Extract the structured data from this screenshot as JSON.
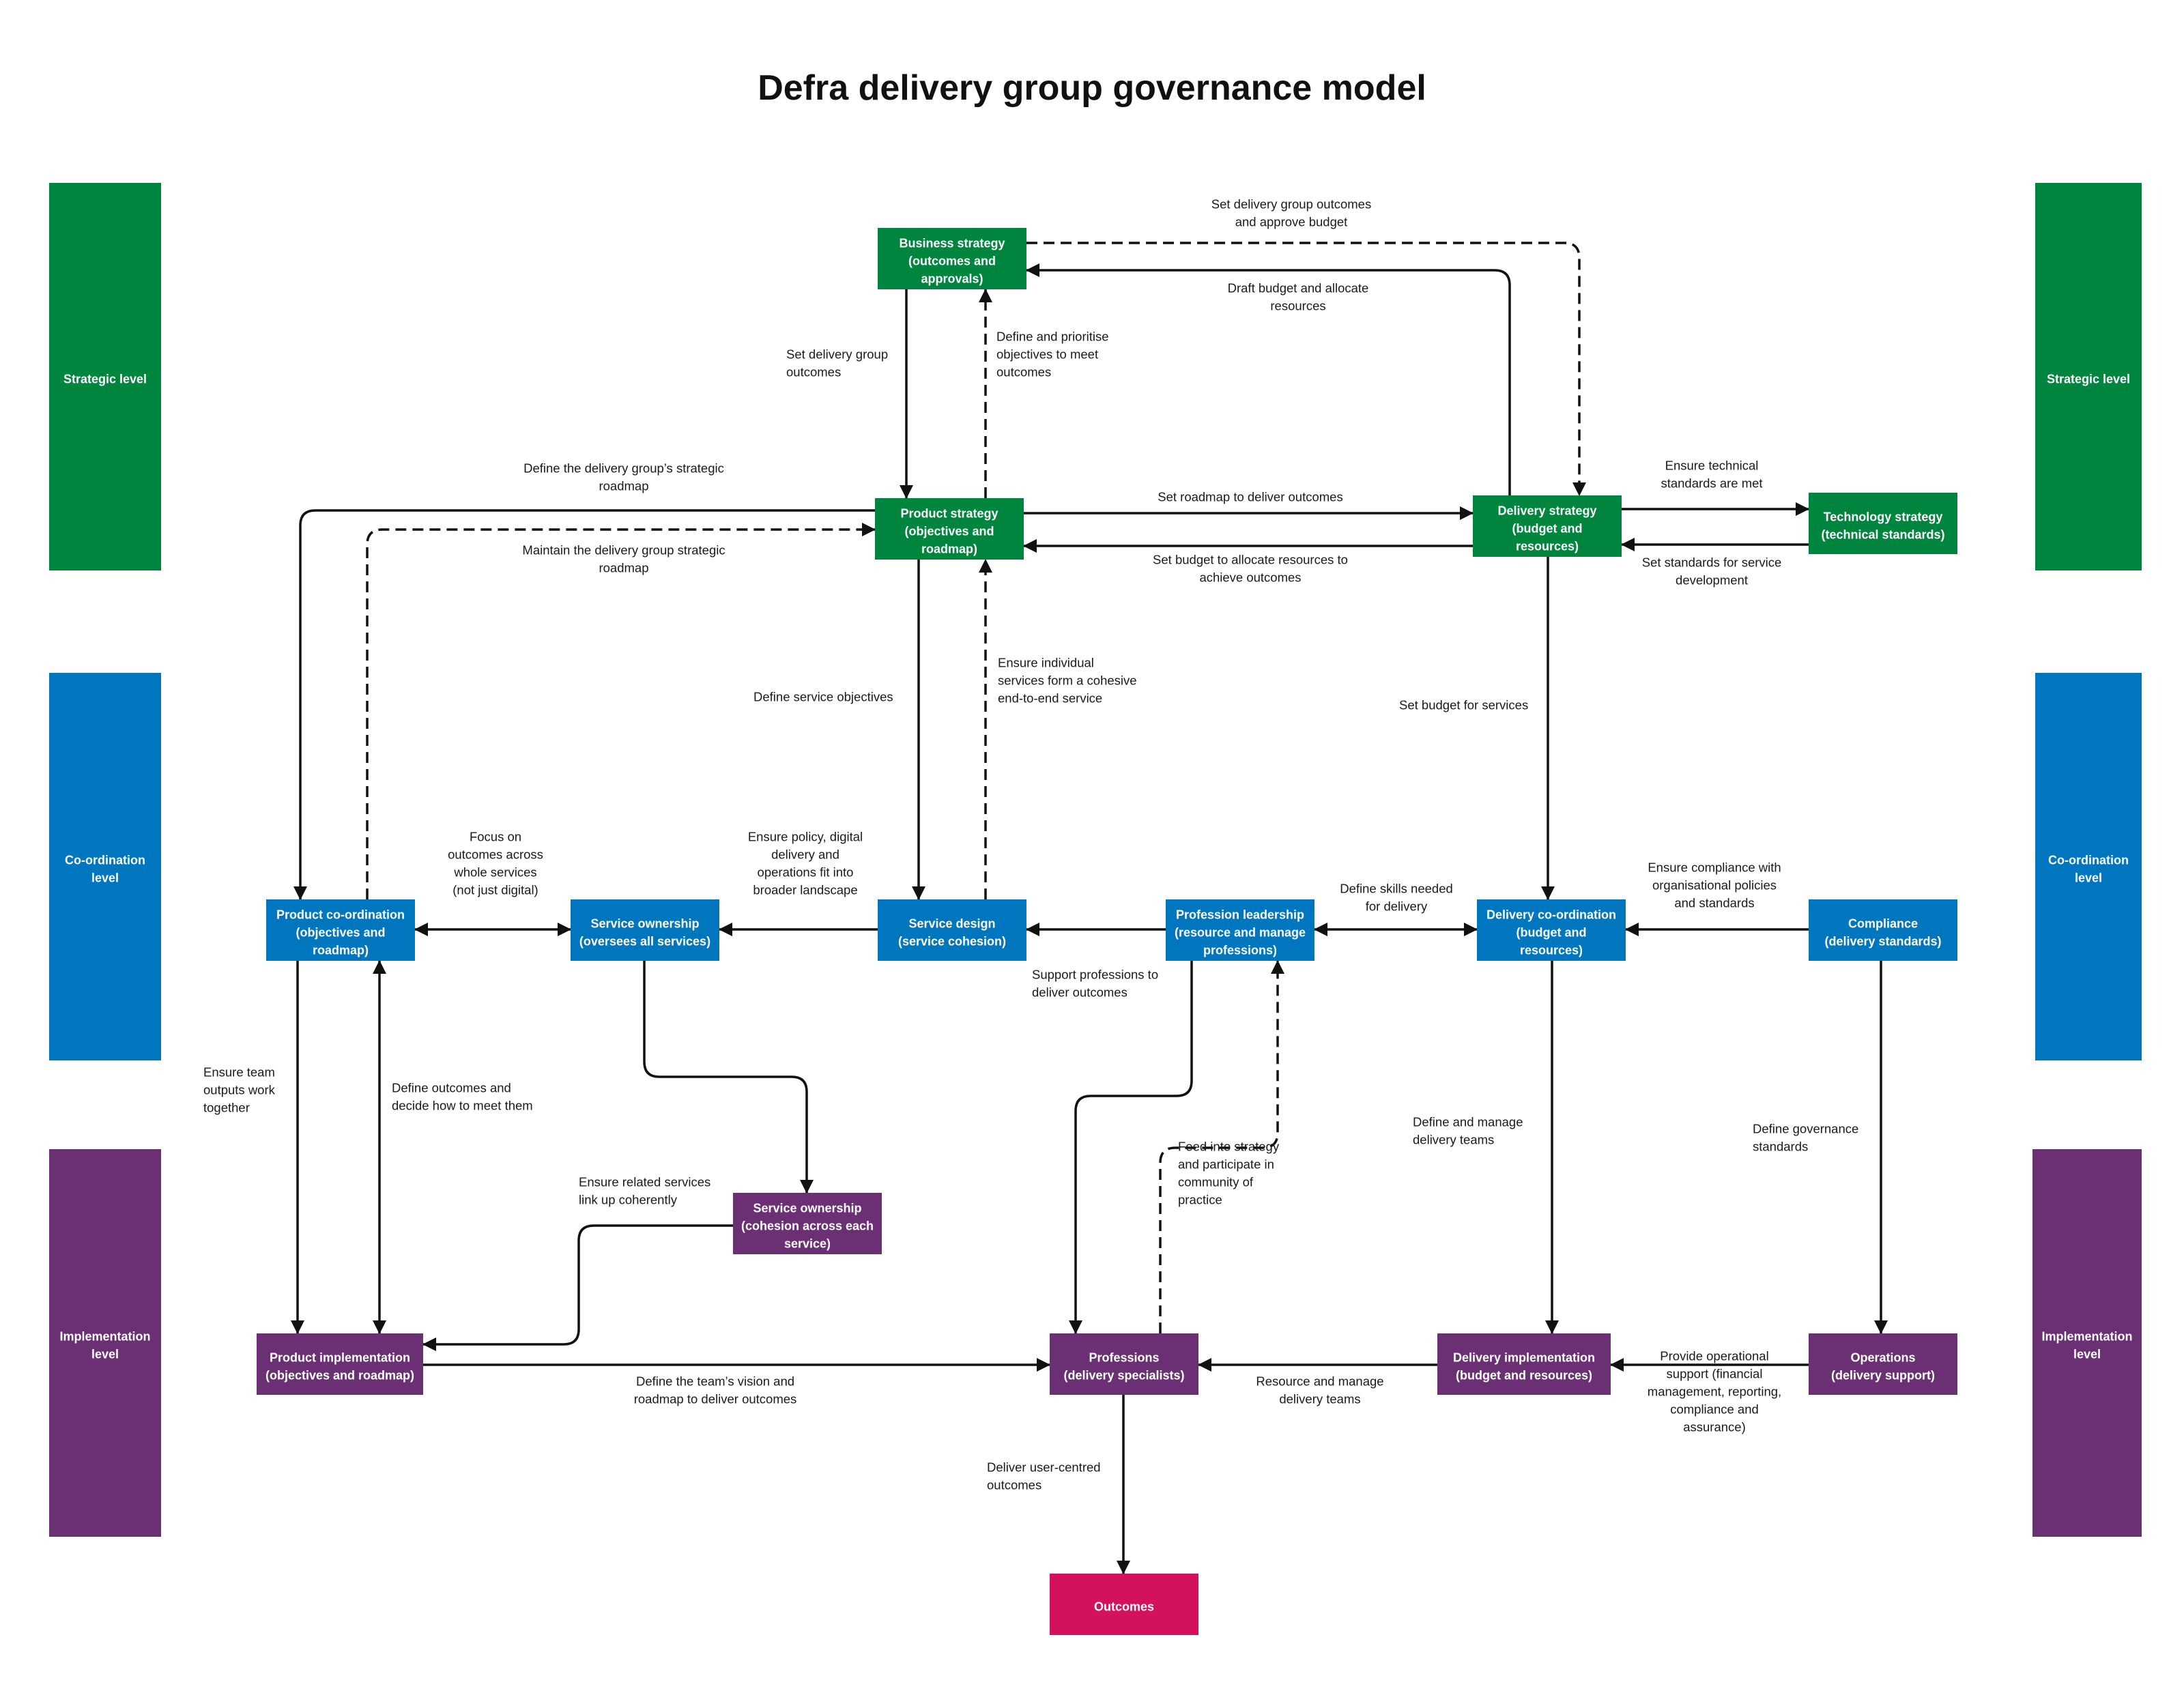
{
  "title": "Defra delivery group governance model",
  "colors": {
    "strategic": "#00853f",
    "coordination": "#0076be",
    "implementation": "#6b3074",
    "outcomes": "#d4115c",
    "line": "#111111"
  },
  "bands": [
    {
      "id": "strategic-left",
      "level": "strategic",
      "lines": [
        "Strategic level"
      ]
    },
    {
      "id": "strategic-right",
      "level": "strategic",
      "lines": [
        "Strategic level"
      ]
    },
    {
      "id": "coordination-left",
      "level": "coordination",
      "lines": [
        "Co-ordination",
        "level"
      ]
    },
    {
      "id": "coordination-right",
      "level": "coordination",
      "lines": [
        "Co-ordination",
        "level"
      ]
    },
    {
      "id": "implementation-left",
      "level": "implementation",
      "lines": [
        "Implementation",
        "level"
      ]
    },
    {
      "id": "implementation-right",
      "level": "implementation",
      "lines": [
        "Implementation",
        "level"
      ]
    }
  ],
  "nodes": [
    {
      "id": "business-strategy",
      "level": "strategic",
      "lines": [
        "Business strategy",
        "(outcomes and",
        "approvals)"
      ]
    },
    {
      "id": "product-strategy",
      "level": "strategic",
      "lines": [
        "Product strategy",
        "(objectives and",
        "roadmap)"
      ]
    },
    {
      "id": "delivery-strategy",
      "level": "strategic",
      "lines": [
        "Delivery strategy",
        "(budget and",
        "resources)"
      ]
    },
    {
      "id": "technology-strategy",
      "level": "strategic",
      "lines": [
        "Technology strategy",
        "(technical standards)"
      ]
    },
    {
      "id": "product-coordination",
      "level": "coordination",
      "lines": [
        "Product co-ordination",
        "(objectives and",
        "roadmap)"
      ]
    },
    {
      "id": "service-ownership-all",
      "level": "coordination",
      "lines": [
        "Service ownership",
        "(oversees all services)"
      ]
    },
    {
      "id": "service-design",
      "level": "coordination",
      "lines": [
        "Service design",
        "(service cohesion)"
      ]
    },
    {
      "id": "profession-leadership",
      "level": "coordination",
      "lines": [
        "Profession leadership",
        "(resource and manage",
        "professions)"
      ]
    },
    {
      "id": "delivery-coordination",
      "level": "coordination",
      "lines": [
        "Delivery co-ordination",
        "(budget and",
        "resources)"
      ]
    },
    {
      "id": "compliance",
      "level": "coordination",
      "lines": [
        "Compliance",
        "(delivery standards)"
      ]
    },
    {
      "id": "service-ownership-each",
      "level": "implementation",
      "lines": [
        "Service ownership",
        "(cohesion across each",
        "service)"
      ]
    },
    {
      "id": "product-implementation",
      "level": "implementation",
      "lines": [
        "Product implementation",
        "(objectives and roadmap)"
      ]
    },
    {
      "id": "professions",
      "level": "implementation",
      "lines": [
        "Professions",
        "(delivery specialists)"
      ]
    },
    {
      "id": "delivery-implementation",
      "level": "implementation",
      "lines": [
        "Delivery implementation",
        "(budget and resources)"
      ]
    },
    {
      "id": "operations",
      "level": "implementation",
      "lines": [
        "Operations",
        "(delivery support)"
      ]
    },
    {
      "id": "outcomes",
      "level": "outcomes",
      "lines": [
        "Outcomes"
      ]
    }
  ],
  "edges": [
    {
      "id": "set-delivery-group-outcomes-approve-budget",
      "from": "business-strategy",
      "to": "delivery-strategy",
      "style": "dashed",
      "lines": [
        "Set delivery group outcomes",
        "and approve budget"
      ]
    },
    {
      "id": "draft-budget",
      "from": "delivery-strategy",
      "to": "business-strategy",
      "style": "solid",
      "lines": [
        "Draft budget and allocate",
        "resources"
      ]
    },
    {
      "id": "set-delivery-group-outcomes",
      "from": "business-strategy",
      "to": "product-strategy",
      "style": "solid",
      "lines": [
        "Set delivery group",
        "outcomes"
      ]
    },
    {
      "id": "define-prioritise-objectives",
      "from": "product-strategy",
      "to": "business-strategy",
      "style": "dashed",
      "lines": [
        "Define and prioritise",
        "objectives to meet",
        "outcomes"
      ]
    },
    {
      "id": "define-strategic-roadmap",
      "from": "product-strategy",
      "to": "product-coordination",
      "style": "solid",
      "lines": [
        "Define the delivery group’s strategic",
        "roadmap"
      ]
    },
    {
      "id": "maintain-strategic-roadmap",
      "from": "product-coordination",
      "to": "product-strategy",
      "style": "dashed",
      "lines": [
        "Maintain the delivery group strategic",
        "roadmap"
      ]
    },
    {
      "id": "set-roadmap",
      "from": "product-strategy",
      "to": "delivery-strategy",
      "style": "solid",
      "lines": [
        "Set roadmap to deliver outcomes"
      ]
    },
    {
      "id": "set-budget-allocate",
      "from": "delivery-strategy",
      "to": "product-strategy",
      "style": "solid",
      "lines": [
        "Set budget to allocate resources to",
        "achieve outcomes"
      ]
    },
    {
      "id": "ensure-technical-standards",
      "from": "delivery-strategy",
      "to": "technology-strategy",
      "style": "solid",
      "lines": [
        "Ensure technical",
        "standards are met"
      ]
    },
    {
      "id": "set-standards-service-development",
      "from": "technology-strategy",
      "to": "delivery-strategy",
      "style": "solid",
      "lines": [
        "Set standards for service",
        "development"
      ]
    },
    {
      "id": "define-service-objectives",
      "from": "product-strategy",
      "to": "service-design",
      "style": "solid",
      "lines": [
        "Define service objectives"
      ]
    },
    {
      "id": "ensure-cohesive-service",
      "from": "service-design",
      "to": "product-strategy",
      "style": "dashed",
      "lines": [
        "Ensure individual",
        "services form a cohesive",
        "end-to-end service"
      ]
    },
    {
      "id": "set-budget-services",
      "from": "delivery-strategy",
      "to": "delivery-coordination",
      "style": "solid",
      "lines": [
        "Set budget for services"
      ]
    },
    {
      "id": "focus-on-outcomes",
      "from": "product-coordination",
      "to": "service-ownership-all",
      "style": "solid",
      "lines": [
        "Focus on",
        "outcomes across",
        "whole services",
        "(not just digital)"
      ]
    },
    {
      "id": "ensure-policy-fit",
      "from": "service-design",
      "to": "service-ownership-all",
      "style": "solid",
      "lines": [
        "Ensure policy, digital",
        "delivery and",
        "operations fit into",
        "broader landscape"
      ]
    },
    {
      "id": "profession-to-service-design",
      "from": "profession-leadership",
      "to": "service-design",
      "style": "solid",
      "lines": []
    },
    {
      "id": "define-skills-needed",
      "from": "profession-leadership",
      "to": "delivery-coordination",
      "style": "solid",
      "lines": [
        "Define skills needed",
        "for delivery"
      ]
    },
    {
      "id": "ensure-compliance",
      "from": "compliance",
      "to": "delivery-coordination",
      "style": "solid",
      "lines": [
        "Ensure compliance with",
        "organisational policies",
        "and standards"
      ]
    },
    {
      "id": "support-professions",
      "from": "profession-leadership",
      "to": "professions",
      "style": "solid",
      "lines": [
        "Support professions to",
        "deliver outcomes"
      ]
    },
    {
      "id": "feed-into-strategy",
      "from": "professions",
      "to": "profession-leadership",
      "style": "dashed",
      "lines": [
        "Feed into strategy",
        "and participate in",
        "community of",
        "practice"
      ]
    },
    {
      "id": "ensure-team-outputs",
      "from": "product-coordination",
      "to": "product-implementation",
      "style": "solid",
      "lines": [
        "Ensure team",
        "outputs work",
        "together"
      ]
    },
    {
      "id": "define-outcomes-decide",
      "from": "product-implementation",
      "to": "product-coordination",
      "style": "solid",
      "lines": [
        "Define outcomes and",
        "decide how to meet them"
      ]
    },
    {
      "id": "ownership-all-to-each",
      "from": "service-ownership-all",
      "to": "service-ownership-each",
      "style": "solid",
      "lines": []
    },
    {
      "id": "ensure-related-services",
      "from": "service-ownership-each",
      "to": "product-implementation",
      "style": "solid",
      "lines": [
        "Ensure related services",
        "link up coherently"
      ]
    },
    {
      "id": "define-manage-delivery-teams",
      "from": "delivery-coordination",
      "to": "delivery-implementation",
      "style": "solid",
      "lines": [
        "Define and manage",
        "delivery teams"
      ]
    },
    {
      "id": "define-governance-standards",
      "from": "compliance",
      "to": "operations",
      "style": "solid",
      "lines": [
        "Define governance",
        "standards"
      ]
    },
    {
      "id": "define-team-vision",
      "from": "product-implementation",
      "to": "professions",
      "style": "solid",
      "lines": [
        "Define the team’s vision and",
        "roadmap to deliver outcomes"
      ]
    },
    {
      "id": "resource-manage-teams",
      "from": "delivery-implementation",
      "to": "professions",
      "style": "solid",
      "lines": [
        "Resource and manage",
        "delivery teams"
      ]
    },
    {
      "id": "provide-operational-support",
      "from": "operations",
      "to": "delivery-implementation",
      "style": "solid",
      "lines": [
        "Provide operational",
        "support (financial",
        "management, reporting,",
        "compliance and",
        "assurance)"
      ]
    },
    {
      "id": "deliver-user-centred",
      "from": "professions",
      "to": "outcomes",
      "style": "solid",
      "lines": [
        "Deliver user-centred",
        "outcomes"
      ]
    }
  ]
}
